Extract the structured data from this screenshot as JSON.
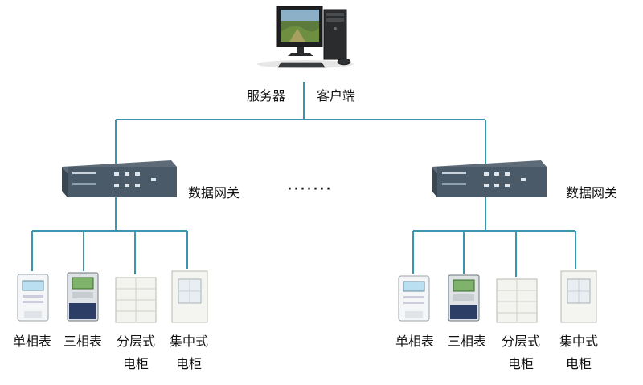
{
  "server": {
    "label_left": "服务器",
    "label_right": "客户端",
    "icon": "desktop-computer-icon"
  },
  "gateways": [
    {
      "label": "数据网关",
      "icon": "network-gateway-icon"
    },
    {
      "label": "数据网关",
      "icon": "network-gateway-icon"
    }
  ],
  "ellipsis": "·······",
  "left_devices": [
    {
      "line1": "单相表",
      "line2": "",
      "icon": "single-phase-meter-icon"
    },
    {
      "line1": "三相表",
      "line2": "",
      "icon": "three-phase-meter-icon"
    },
    {
      "line1": "分层式",
      "line2": "电柜",
      "icon": "layered-cabinet-icon"
    },
    {
      "line1": "集中式",
      "line2": "电柜",
      "icon": "centralized-cabinet-icon"
    }
  ],
  "right_devices": [
    {
      "line1": "单相表",
      "line2": "",
      "icon": "single-phase-meter-icon"
    },
    {
      "line1": "三相表",
      "line2": "",
      "icon": "three-phase-meter-icon"
    },
    {
      "line1": "分层式",
      "line2": "电柜",
      "icon": "layered-cabinet-icon"
    },
    {
      "line1": "集中式",
      "line2": "电柜",
      "icon": "centralized-cabinet-icon"
    }
  ],
  "colors": {
    "connector": "#3a96ad",
    "gateway_body": "#4a5a68"
  }
}
